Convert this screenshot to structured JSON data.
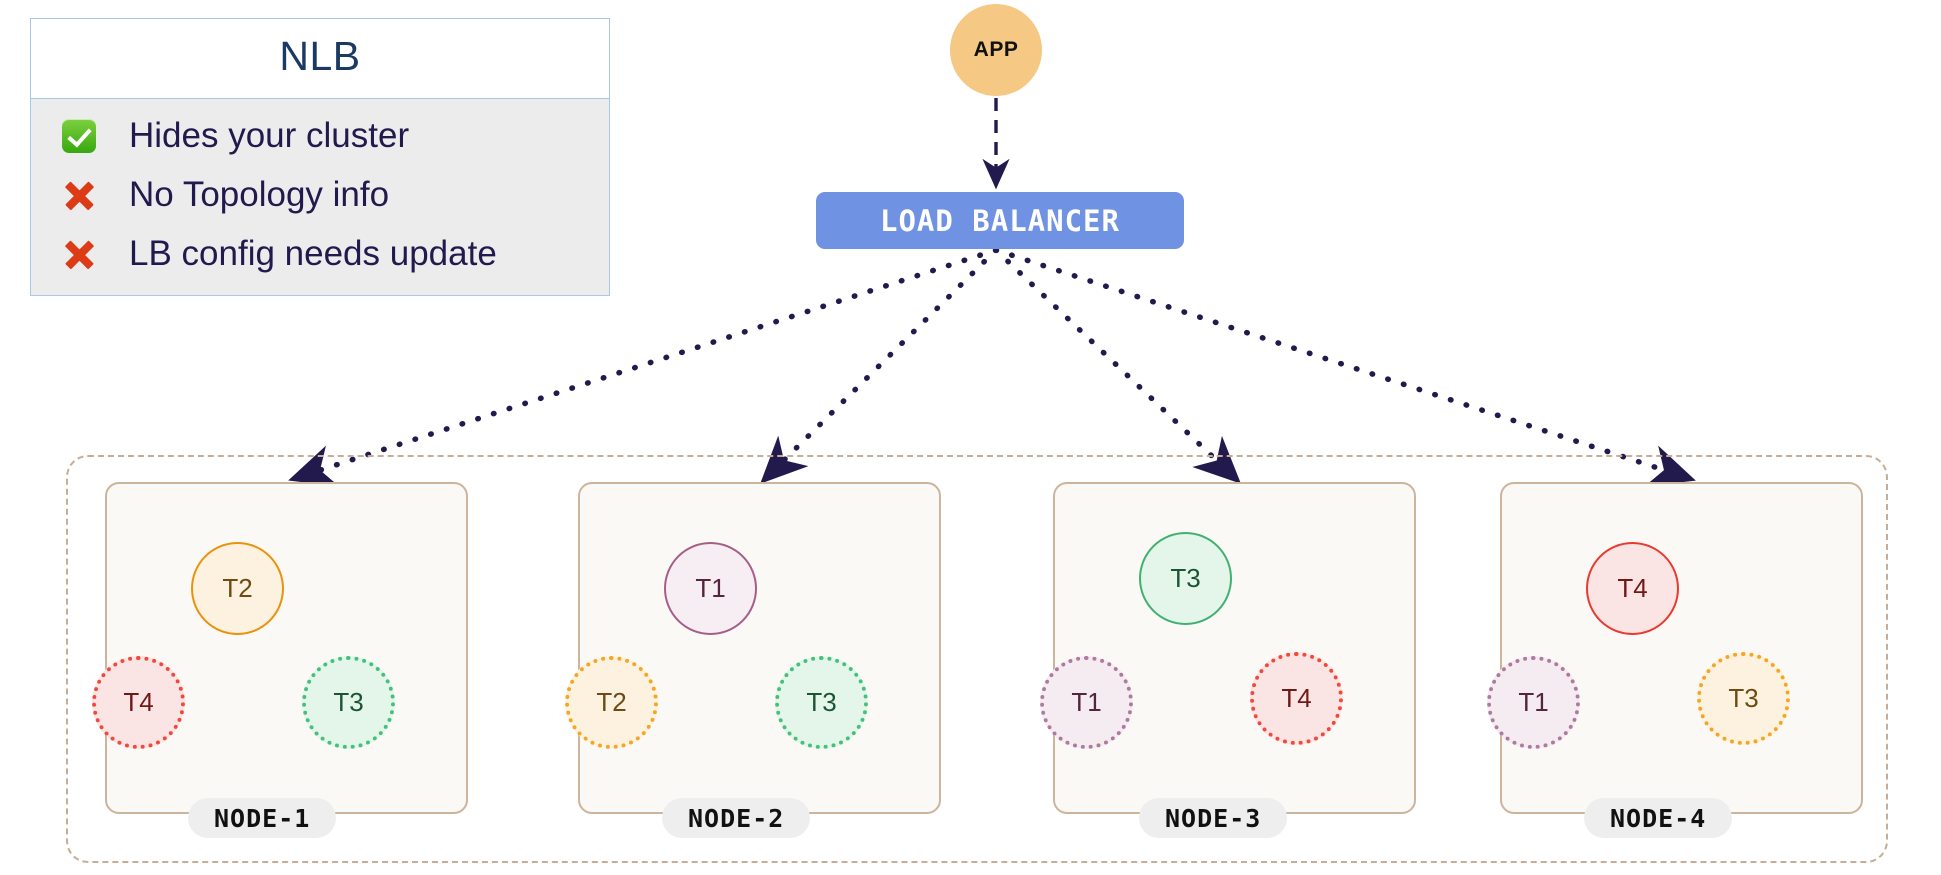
{
  "legend": {
    "title": "NLB",
    "items": [
      {
        "icon": "check-icon",
        "status": "positive",
        "label": "Hides your cluster"
      },
      {
        "icon": "cross-icon",
        "status": "negative",
        "label": "No Topology info"
      },
      {
        "icon": "cross-icon",
        "status": "negative",
        "label": "LB config needs update"
      }
    ]
  },
  "app": {
    "label": "APP"
  },
  "load_balancer": {
    "label": "LOAD  BALANCER"
  },
  "nodes": [
    {
      "label": "NODE-1",
      "primary": {
        "label": "T2",
        "color": "orange"
      },
      "replicas": [
        {
          "label": "T4",
          "color": "red"
        },
        {
          "label": "T3",
          "color": "green"
        }
      ]
    },
    {
      "label": "NODE-2",
      "primary": {
        "label": "T1",
        "color": "purple"
      },
      "replicas": [
        {
          "label": "T2",
          "color": "orange"
        },
        {
          "label": "T3",
          "color": "green"
        }
      ]
    },
    {
      "label": "NODE-3",
      "primary": {
        "label": "T3",
        "color": "green"
      },
      "replicas": [
        {
          "label": "T1",
          "color": "purple"
        },
        {
          "label": "T4",
          "color": "red"
        }
      ]
    },
    {
      "label": "NODE-4",
      "primary": {
        "label": "T4",
        "color": "red"
      },
      "replicas": [
        {
          "label": "T1",
          "color": "purple"
        },
        {
          "label": "T3",
          "color": "orange"
        }
      ]
    }
  ],
  "colors": {
    "app_fill": "#f5c883",
    "lb_fill": "#6f93e2",
    "lb_text": "#ffffff",
    "edge": "#221a4d",
    "cluster_border": "#c8ad96",
    "node_border": "#cdb49d",
    "node_fill": "#fbf9f6",
    "legend_border": "#aac8e8",
    "legend_body_bg": "#ececec",
    "legend_title_text": "#1b3a63",
    "legend_item_text": "#221a4d",
    "check_green": "#36a80e",
    "cross_red": "#dd3b16",
    "tenant_orange": "#e9920c",
    "tenant_purple": "#a65e88",
    "tenant_green": "#41b072",
    "tenant_red": "#e83a30"
  }
}
